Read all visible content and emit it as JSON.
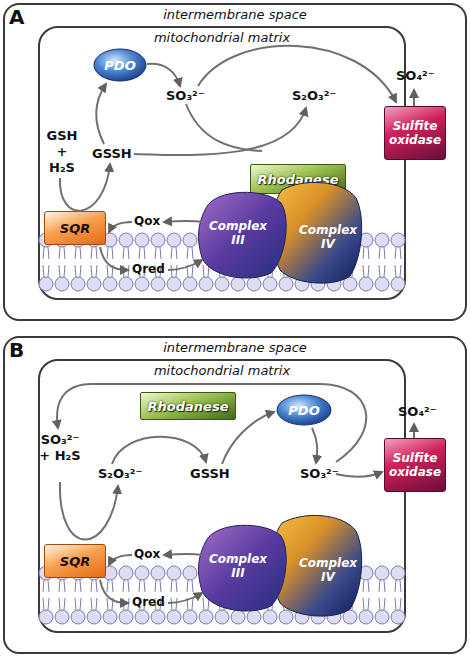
{
  "diagram": {
    "nodes": [
      {
        "text": [
          "intermembrane space"
        ]
      },
      {
        "text": [
          "mitochondrial matrix"
        ],
        "in": 0
      },
      {
        "text": [
          "PDO"
        ],
        "in": 1
      },
      {
        "text": [
          "Rhodanese"
        ],
        "in": 1
      },
      {
        "text": [
          "SQR"
        ],
        "in": 1
      },
      {
        "text": [
          "Complex III"
        ],
        "in": 1
      },
      {
        "text": [
          "Complex IV"
        ],
        "in": 1
      },
      {
        "text": [
          "Sulfite oxidase"
        ],
        "in": 0
      },
      {
        "text": [
          "intermembrane space"
        ]
      },
      {
        "text": [
          "mitochondrial matrix"
        ],
        "in": 8
      },
      {
        "text": [
          "Rhodanese"
        ],
        "in": 9
      },
      {
        "text": [
          "PDO"
        ],
        "in": 9
      },
      {
        "text": [
          "SQR"
        ],
        "in": 9
      },
      {
        "text": [
          "Complex III"
        ],
        "in": 9
      },
      {
        "text": [
          "Complex IV"
        ],
        "in": 9
      },
      {
        "text": [
          "Sulfite oxidase"
        ],
        "in": 8
      }
    ],
    "labels": [
      "A",
      "GSH + H₂S",
      "GSSH",
      "SO₃²⁻",
      "S₂O₃²⁻",
      "SO₄²⁻",
      "Qox",
      "Qred",
      "B",
      "SO₃²⁻ + H₂S",
      "S₂O₃²⁻",
      "GSSH",
      "SO₃²⁻",
      "SO₄²⁻",
      "Qox",
      "Qred"
    ]
  }
}
